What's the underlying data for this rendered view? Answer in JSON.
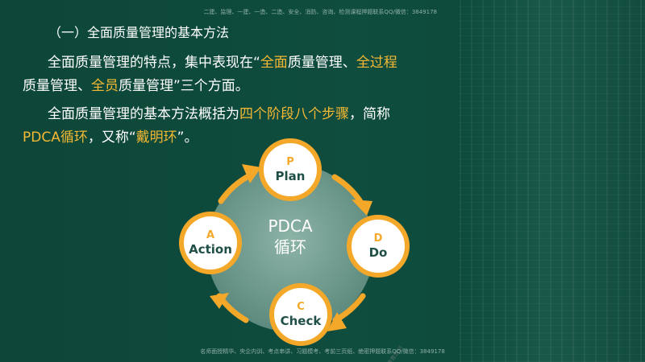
{
  "watermark": {
    "top": "二建、监理、一建、一造、二造、安全、消防、咨询、检测课程押题联系QQ/微信：3849178",
    "bottom": "名师面授精华、央企内训、考点串讲、习题模考、考前三页纸、绝密押题联系QQ/微信：3849178"
  },
  "heading": "（一）全面质量管理的基本方法",
  "para1": {
    "t1": "全面质量管理的特点，集中表现在“",
    "h1": "全面",
    "t2": "质量管理、",
    "h2": "全过程",
    "t3": "质量管理、",
    "h3": "全员",
    "t4": "质量管理”三个方面。"
  },
  "para2": {
    "t1": "全面质量管理的基本方法概括为",
    "h1": "四个阶段八个步骤",
    "t2": "，简称",
    "h2": "PDCA循环",
    "t3": "，又称“",
    "h3": "戴明环",
    "t4": "”。"
  },
  "cycle": {
    "center_line1": "PDCA",
    "center_line2": "循环",
    "nodes": {
      "plan": {
        "letter": "P",
        "word": "Plan"
      },
      "do": {
        "letter": "D",
        "word": "Do"
      },
      "check": {
        "letter": "C",
        "word": "Check"
      },
      "action": {
        "letter": "A",
        "word": "Action"
      }
    },
    "stamp_text": "教育培训"
  },
  "colors": {
    "background": "#0f4d3e",
    "highlight": "#f4b834",
    "node_border": "#f4a82a",
    "node_text": "#1f4f46",
    "center_disc": "#7fa89c"
  }
}
